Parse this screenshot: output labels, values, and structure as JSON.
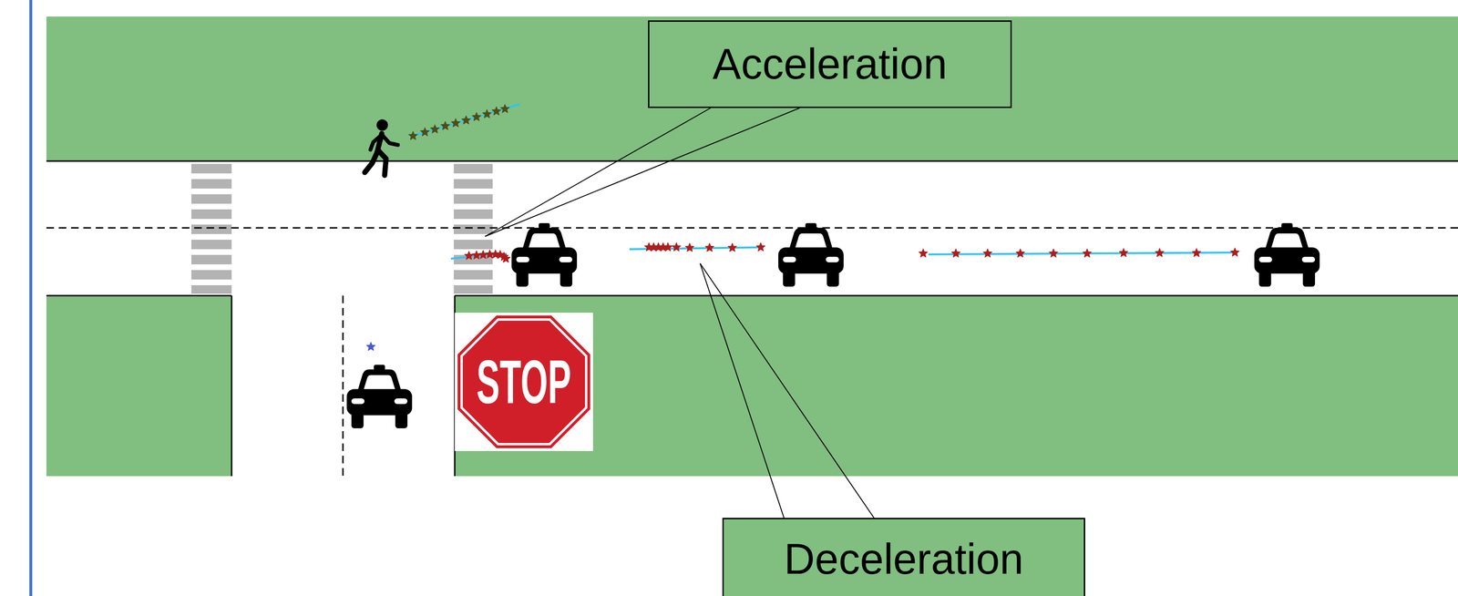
{
  "diagram": {
    "nodes": [
      {
        "text": [
          "Acceleration"
        ]
      },
      {
        "text": [
          "STOP"
        ]
      },
      {
        "text": [
          "Deceleration"
        ]
      }
    ]
  }
}
